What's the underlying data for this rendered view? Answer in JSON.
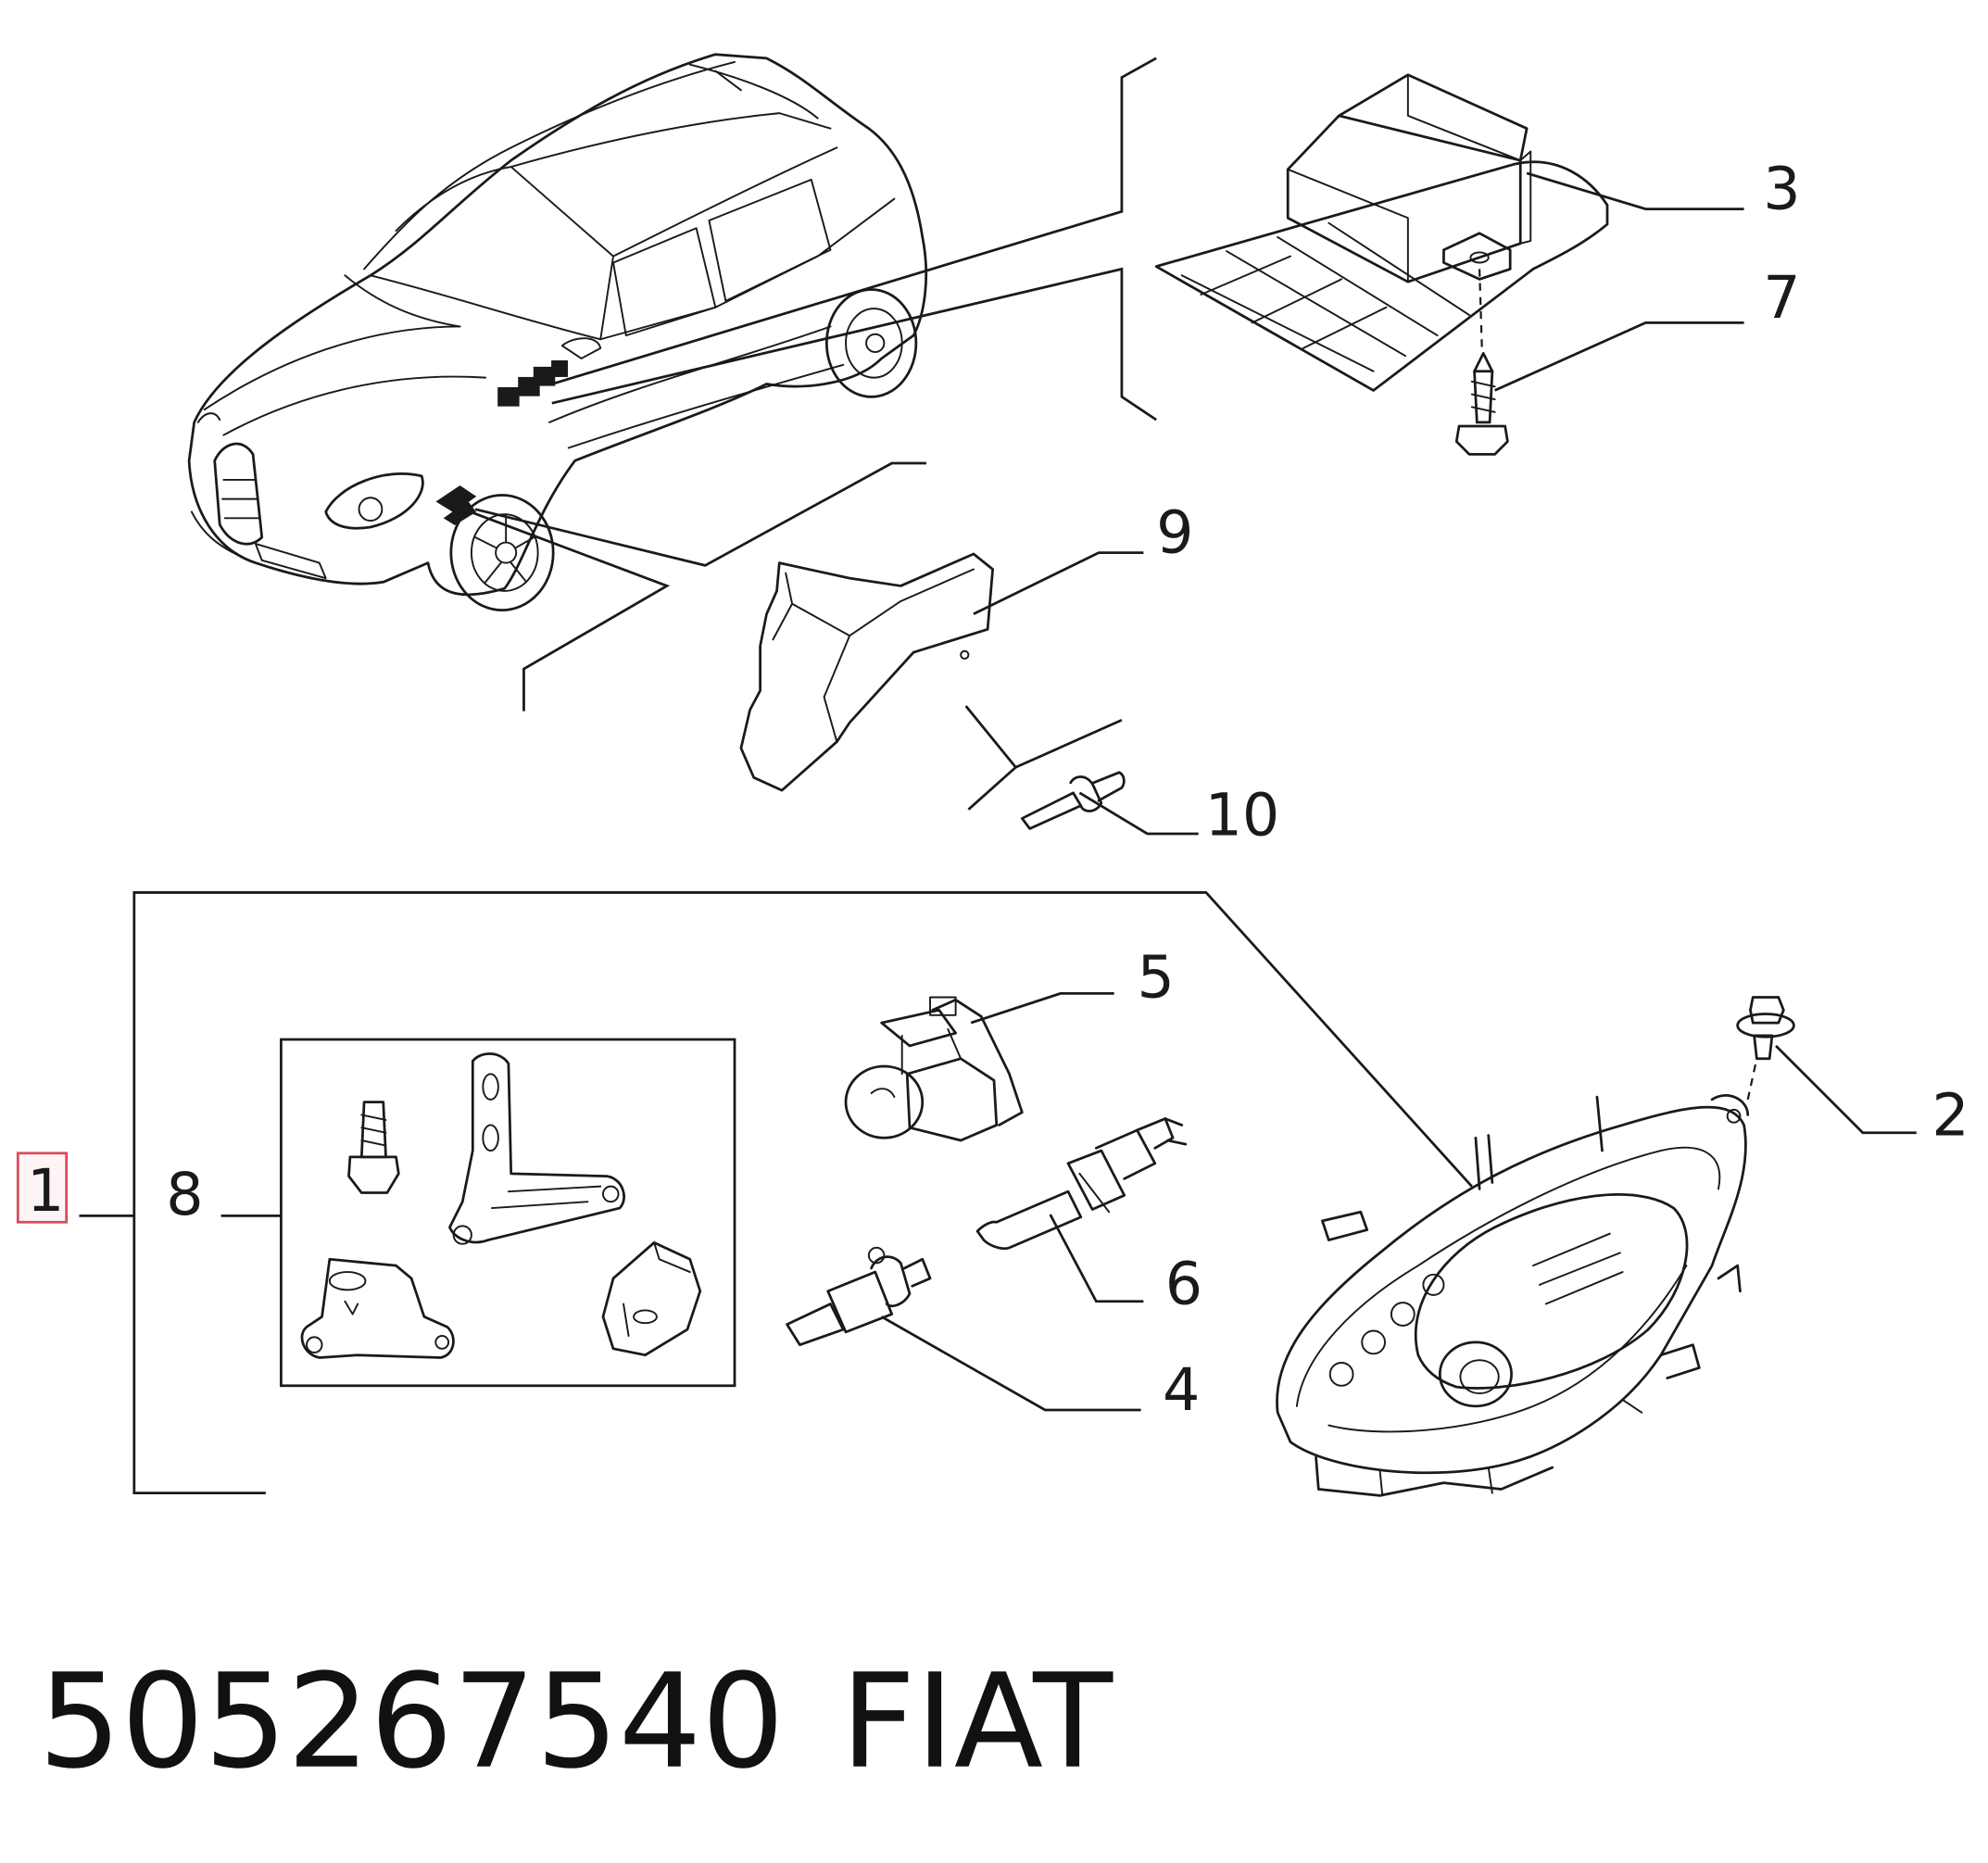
{
  "callouts": [
    {
      "id": "3",
      "label": "3"
    },
    {
      "id": "7",
      "label": "7"
    },
    {
      "id": "9",
      "label": "9"
    },
    {
      "id": "10",
      "label": "10"
    },
    {
      "id": "5",
      "label": "5"
    },
    {
      "id": "2",
      "label": "2"
    },
    {
      "id": "8",
      "label": "8"
    },
    {
      "id": "6",
      "label": "6"
    },
    {
      "id": "4",
      "label": "4"
    },
    {
      "id": "1",
      "label": "1",
      "highlighted": true
    }
  ],
  "footer": {
    "part_number": "505267540",
    "brand": "FIAT"
  },
  "colors": {
    "line": "#1a1a1a",
    "highlight_border": "#d94a5a"
  }
}
